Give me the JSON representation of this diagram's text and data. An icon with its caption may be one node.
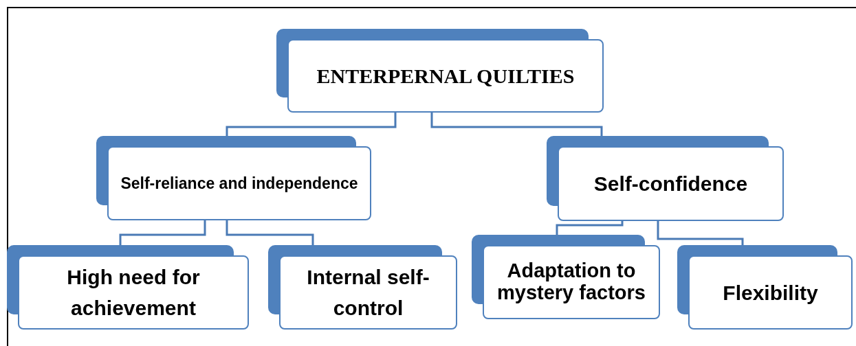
{
  "diagram": {
    "nodes": [
      {
        "text": [
          "ENTERPERNAL QUILTIES"
        ]
      },
      {
        "text": [
          "Self-reliance and independence"
        ]
      },
      {
        "text": [
          "Self-confidence"
        ]
      },
      {
        "text": [
          "High need for achievement"
        ]
      },
      {
        "text": [
          "Internal self-control"
        ]
      },
      {
        "text": [
          "Adaptation to mystery factors"
        ]
      },
      {
        "text": [
          "Flexibility"
        ]
      }
    ],
    "edges": [
      {
        "from": 0,
        "to": 1,
        "arrow": "none"
      },
      {
        "from": 0,
        "to": 2,
        "arrow": "none"
      },
      {
        "from": 1,
        "to": 3,
        "arrow": "none"
      },
      {
        "from": 1,
        "to": 4,
        "arrow": "none"
      },
      {
        "from": 2,
        "to": 5,
        "arrow": "none"
      },
      {
        "from": 2,
        "to": 6,
        "arrow": "none"
      }
    ]
  }
}
